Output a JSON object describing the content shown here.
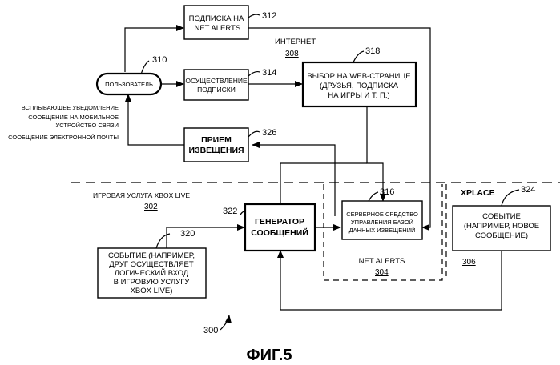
{
  "figure": {
    "caption": "ФИГ.5",
    "number": "300"
  },
  "regions": {
    "internet": {
      "label": "ИНТЕРНЕТ",
      "number": "308"
    },
    "xbox": {
      "label": "ИГРОВАЯ УСЛУГА XBOX LIVE",
      "number": "302"
    },
    "netalerts": {
      "label": ".NET ALERTS",
      "number": "304"
    },
    "xplace": {
      "label": "XPLACE",
      "number": "306"
    }
  },
  "nodes": {
    "user": {
      "label": "ПОЛЬЗОВАТЕЛЬ",
      "number": "310"
    },
    "netalerts_sub": {
      "lines": [
        "ПОДПИСКА НА",
        ".NET ALERTS"
      ],
      "number": "312"
    },
    "subscription": {
      "lines": [
        "ОСУЩЕСТВЛЕНИЕ",
        "ПОДПИСКИ"
      ],
      "number": "314"
    },
    "web_select": {
      "lines": [
        "ВЫБОР НА WEB-СТРАНИЦЕ",
        "(ДРУЗЬЯ, ПОДПИСКА",
        "НА ИГРЫ И Т. П.)"
      ],
      "number": "318"
    },
    "receive": {
      "lines": [
        "ПРИЕМ",
        "ИЗВЕЩЕНИЯ"
      ],
      "number": "326"
    },
    "generator": {
      "lines": [
        "ГЕНЕРАТОР",
        "СООБЩЕНИЙ"
      ],
      "number": "322"
    },
    "server": {
      "lines": [
        "СЕРВЕРНОЕ СРЕДСТВО",
        "УПРАВЛЕНИЯ БАЗОЙ",
        "ДАННЫХ ИЗВЕЩЕНИЙ"
      ],
      "number": "316"
    },
    "event_xbox": {
      "lines": [
        "СОБЫТИЕ (НАПРИМЕР,",
        "ДРУГ ОСУЩЕСТВЛЯЕТ",
        "ЛОГИЧЕСКИЙ ВХОД",
        "В ИГРОВУЮ УСЛУГУ",
        "XBOX LIVE)"
      ],
      "number": "320"
    },
    "event_xplace": {
      "lines": [
        "СОБЫТИЕ",
        "(НАПРИМЕР, НОВОЕ",
        "СООБЩЕНИЕ)"
      ],
      "number": "324"
    }
  },
  "delivery_types": [
    "ВСПЛЫВАЮЩЕЕ УВЕДОМЛЕНИЕ",
    "СООБЩЕНИЕ НА МОБИЛЬНОЕ",
    "УСТРОЙСТВО СВЯЗИ",
    "СООБЩЕНИЕ ЭЛЕКТРОННОЙ ПОЧТЫ"
  ]
}
